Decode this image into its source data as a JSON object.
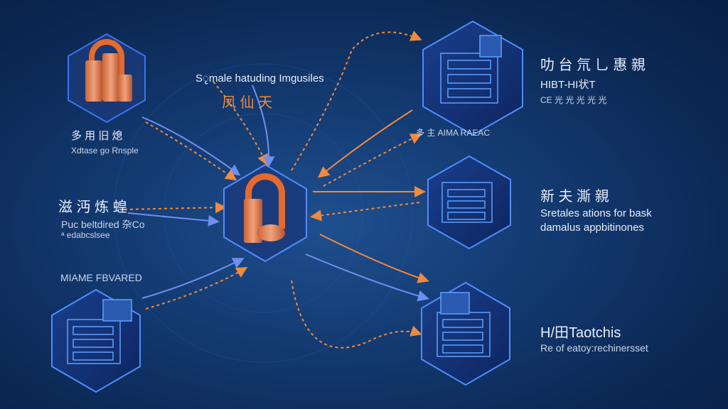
{
  "colors": {
    "orange": "#f08a3c",
    "blue_line": "#5b7fe6",
    "node_glow": "#3f7cff",
    "coin": "#e8895a"
  },
  "center": {
    "title": "Sृmale hatuding Imgusiles",
    "subtitle": "凤 仙 天"
  },
  "nodes": {
    "top_left": {
      "icon": "coin-stack-icon",
      "label": "多 用 旧 熄",
      "sublabel": "Xdtase go Rnsple"
    },
    "mid_left": {
      "label": "滋 沔 炼 蝗",
      "line1": "Puc beltdired 杂Co",
      "line2": "ᵃ edabcslsee"
    },
    "bottom_left": {
      "icon": "server-cube-icon",
      "label": "MIAME FBVARED"
    },
    "top_right": {
      "icon": "server-cube-icon",
      "title": "叻 台 氘 乚 惠 親",
      "line1": "HIBT-HI状T",
      "line2": "CE 光 光 光 光 光",
      "caption": "多 主 AIMA RAEAC"
    },
    "mid_right": {
      "icon": "server-cube-icon",
      "title": "新 夫 澌 親",
      "line1": "Sretales ations for bask",
      "line2": "damalus appbitinones"
    },
    "bottom_right": {
      "icon": "server-cube-icon",
      "title": "H/田Taotchis",
      "line1": "Re of eatoy:rechinersset"
    }
  }
}
